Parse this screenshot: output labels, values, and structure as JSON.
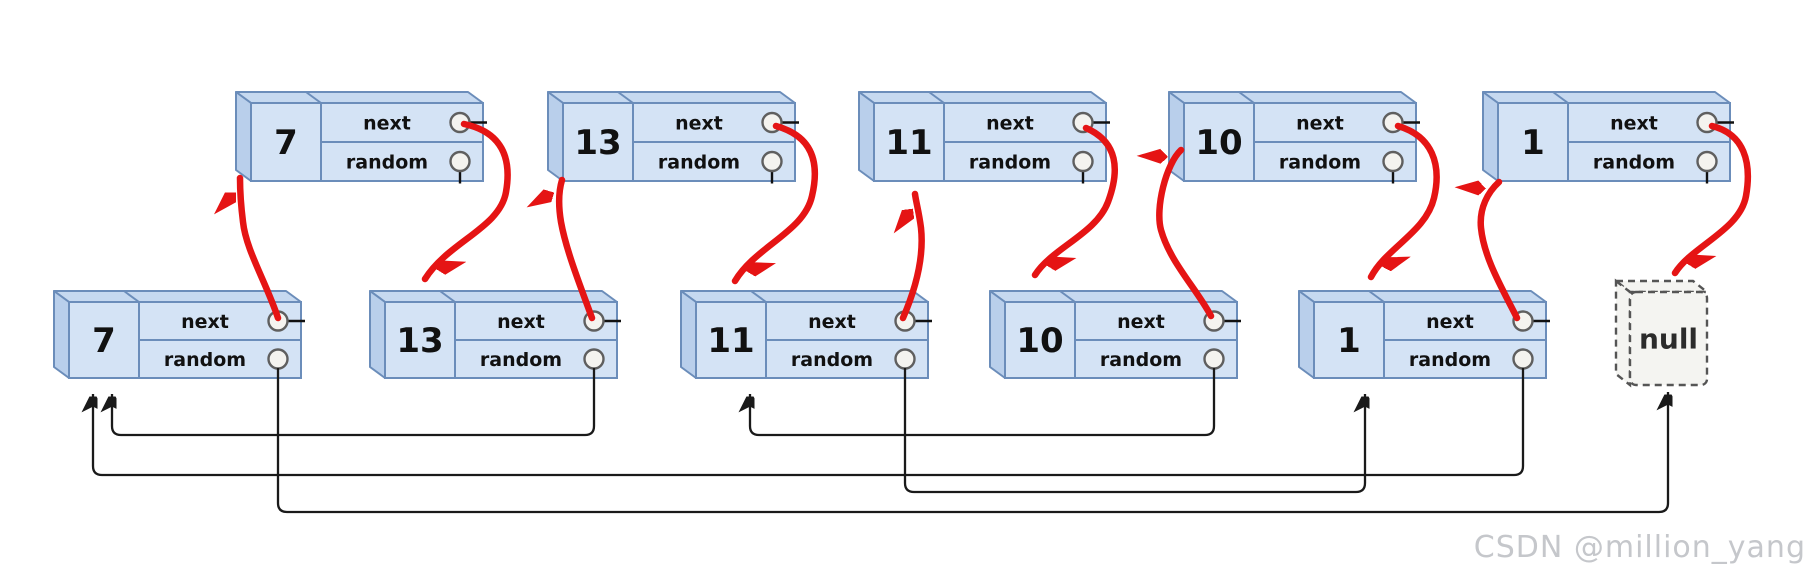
{
  "diagram": {
    "title_hint": "copy-list-with-random-pointer weaving step",
    "field_labels": {
      "next": "next",
      "random": "random"
    },
    "null_label": "null",
    "top_row": [
      {
        "id": "top-7",
        "value": "7"
      },
      {
        "id": "top-13",
        "value": "13"
      },
      {
        "id": "top-11",
        "value": "11"
      },
      {
        "id": "top-10",
        "value": "10"
      },
      {
        "id": "top-1",
        "value": "1"
      }
    ],
    "bottom_row": [
      {
        "id": "bottom-7",
        "value": "7"
      },
      {
        "id": "bottom-13",
        "value": "13"
      },
      {
        "id": "bottom-11",
        "value": "11"
      },
      {
        "id": "bottom-10",
        "value": "10"
      },
      {
        "id": "bottom-1",
        "value": "1"
      }
    ],
    "red_next_arrows": [
      {
        "from": "bottom-7.next",
        "to": "top-7"
      },
      {
        "from": "top-7.next",
        "to": "bottom-13"
      },
      {
        "from": "bottom-13.next",
        "to": "top-13"
      },
      {
        "from": "top-13.next",
        "to": "bottom-11"
      },
      {
        "from": "bottom-11.next",
        "to": "top-11"
      },
      {
        "from": "top-11.next",
        "to": "bottom-10"
      },
      {
        "from": "bottom-10.next",
        "to": "top-10"
      },
      {
        "from": "top-10.next",
        "to": "bottom-1"
      },
      {
        "from": "bottom-1.next",
        "to": "top-1"
      },
      {
        "from": "top-1.next",
        "to": "null"
      }
    ],
    "black_random_links": [
      {
        "from": "bottom-13.random",
        "to": "bottom-7"
      },
      {
        "from": "bottom-1.random",
        "to": "bottom-7"
      },
      {
        "from": "bottom-10.random",
        "to": "bottom-11"
      },
      {
        "from": "bottom-11.random",
        "to": "bottom-1"
      },
      {
        "from": "bottom-7.random",
        "to": "null"
      }
    ],
    "colors": {
      "box_fill": "#d4e3f5",
      "box_top_fill": "#c6d9f0",
      "box_left_fill": "#b9cfeb",
      "box_border": "#6b8dba",
      "circle_fill": "#f4f3ef",
      "circle_border": "#5f5f5f",
      "red_arrow": "#e51414",
      "black_line": "#1a1a1a",
      "null_fill": "#f4f4f1",
      "null_border": "#555555"
    }
  },
  "watermark": "CSDN @million_yang"
}
